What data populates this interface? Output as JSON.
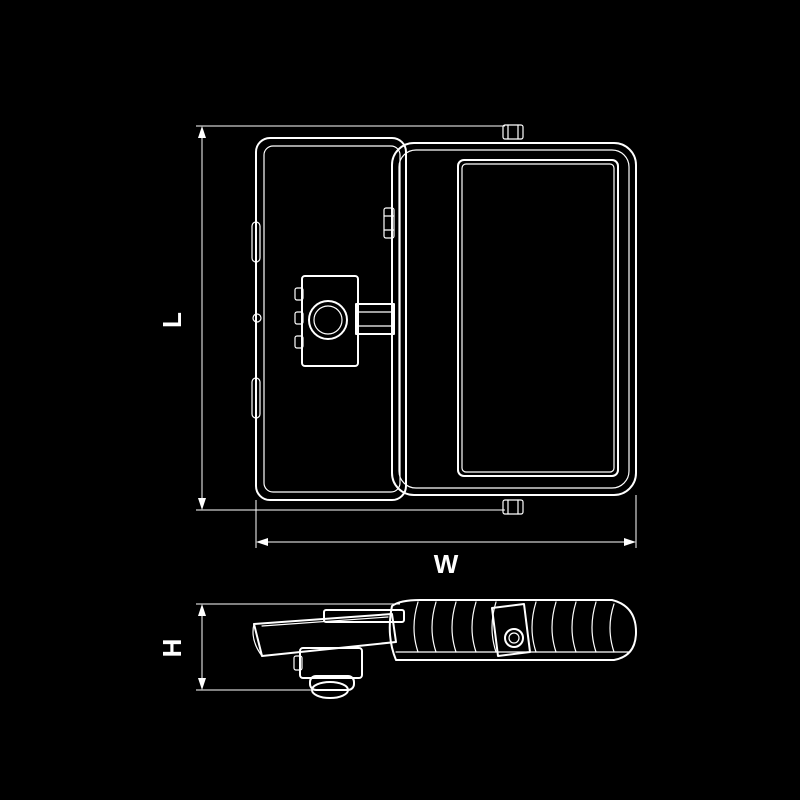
{
  "dimensions": {
    "length_label": "L",
    "width_label": "W",
    "height_label": "H"
  },
  "colors": {
    "background": "#000000",
    "line": "#ffffff"
  }
}
